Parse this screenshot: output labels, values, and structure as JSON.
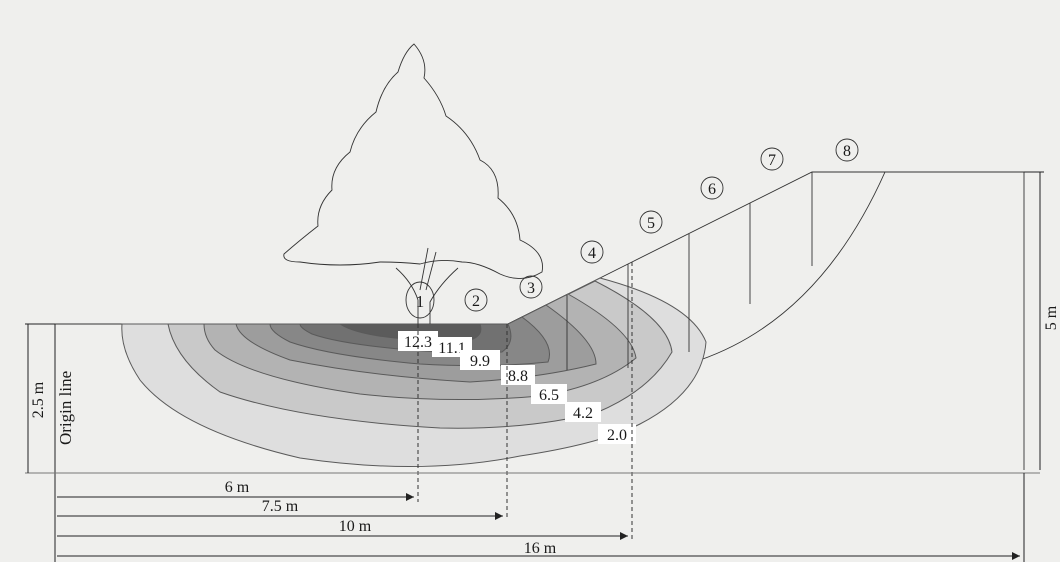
{
  "diagram": {
    "slice_labels": [
      "1",
      "2",
      "3",
      "4",
      "5",
      "6",
      "7",
      "8"
    ],
    "contour_values": [
      "12.3",
      "11.1",
      "9.9",
      "8.8",
      "6.5",
      "4.2",
      "2.0"
    ],
    "origin_label": "Origin line",
    "depth_label": "2.5 m",
    "height_label": "5 m",
    "distances": [
      "6 m",
      "7.5 m",
      "10 m",
      "16 m"
    ]
  },
  "colors": {
    "background": "#efefed",
    "contour_shades": [
      "#dedede",
      "#c9c9c9",
      "#b3b3b3",
      "#9d9d9d",
      "#878787",
      "#717171",
      "#5b5b5b"
    ]
  }
}
